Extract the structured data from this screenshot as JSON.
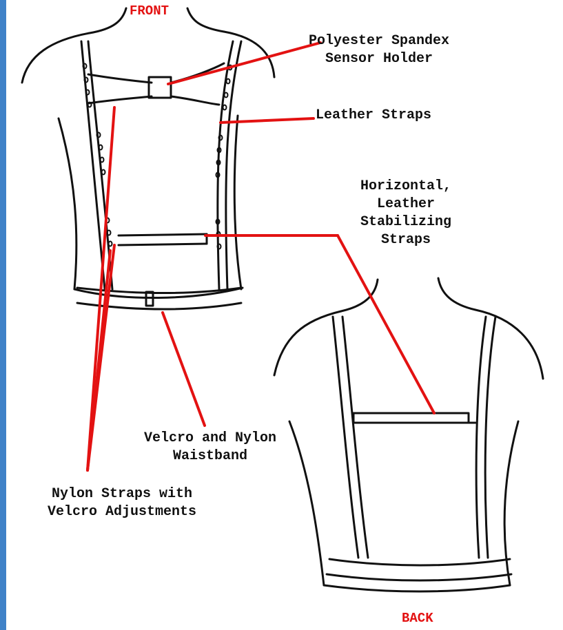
{
  "views": {
    "front": "FRONT",
    "back": "BACK"
  },
  "labels": {
    "sensor_holder": [
      "Polyester Spandex",
      "Sensor Holder"
    ],
    "leather_straps": [
      "Leather Straps"
    ],
    "stabilizing_straps": [
      "Horizontal,",
      "Leather",
      "Stabilizing",
      "Straps"
    ],
    "waistband": [
      "Velcro and Nylon",
      "Waistband"
    ],
    "nylon_straps": [
      "Nylon Straps with",
      "Velcro Adjustments"
    ]
  },
  "colors": {
    "leader": "#e31212",
    "outline": "#111111",
    "edge": "#3f82c8"
  }
}
